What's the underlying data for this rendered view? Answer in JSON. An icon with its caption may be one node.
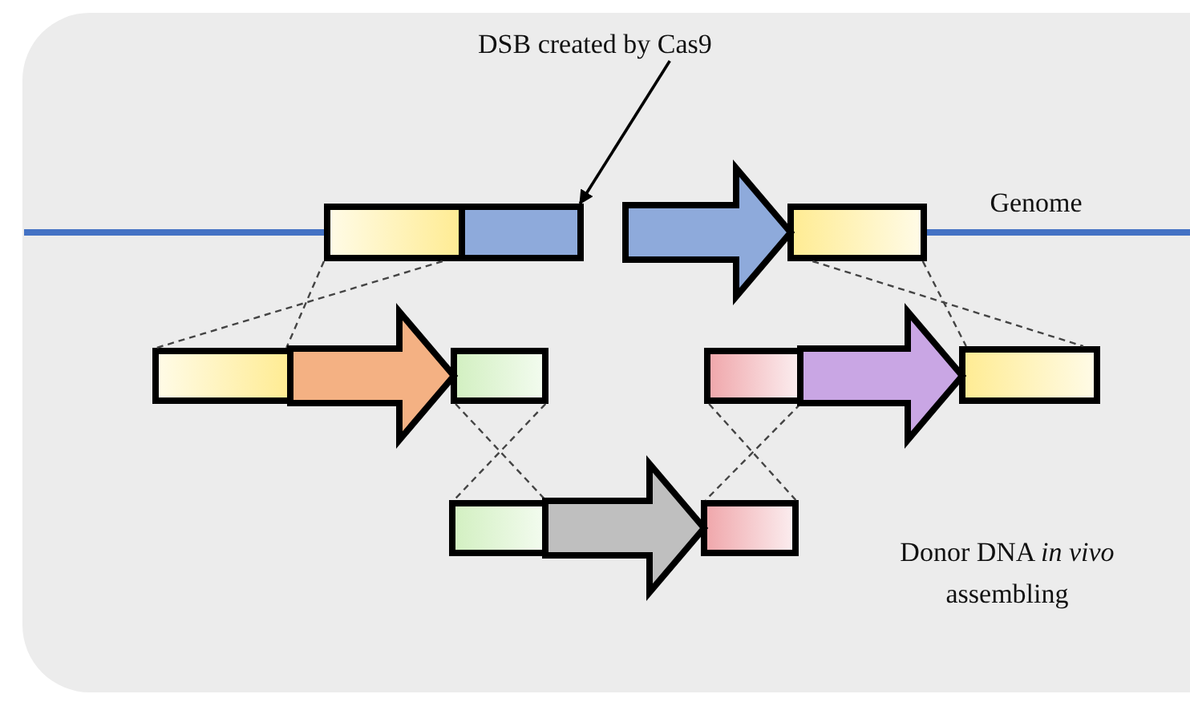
{
  "diagram": {
    "nodes": [
      {
        "text": [
          "DSB created by Cas9"
        ]
      },
      {
        "text": [],
        "shape": "box"
      },
      {
        "text": [],
        "shape": "box"
      },
      {
        "text": [],
        "shape": "box"
      },
      {
        "text": [],
        "shape": "box"
      },
      {
        "text": [],
        "shape": "box"
      },
      {
        "text": [],
        "shape": "box"
      },
      {
        "text": [],
        "shape": "box"
      },
      {
        "text": [],
        "shape": "box"
      },
      {
        "text": [],
        "shape": "box"
      }
    ],
    "edges": [
      {
        "from": 0,
        "to": 2,
        "arrow": "to"
      },
      {
        "from": 1,
        "to": 4,
        "arrow": "none",
        "style": "dashed"
      },
      {
        "from": 1,
        "to": 4,
        "arrow": "none",
        "style": "dashed"
      },
      {
        "from": 3,
        "to": 7,
        "arrow": "none",
        "style": "dashed"
      },
      {
        "from": 3,
        "to": 7,
        "arrow": "none",
        "style": "dashed"
      },
      {
        "from": 5,
        "to": 8,
        "arrow": "none",
        "style": "dashed"
      },
      {
        "from": 5,
        "to": 8,
        "arrow": "none",
        "style": "dashed"
      },
      {
        "from": 6,
        "to": 9,
        "arrow": "none",
        "style": "dashed"
      },
      {
        "from": 6,
        "to": 9,
        "arrow": "none",
        "style": "dashed"
      },
      {
        "from": null,
        "to": 3,
        "arrow": "to",
        "style": "thick",
        "color": "#8eaadb"
      },
      {
        "from": 4,
        "to": 5,
        "arrow": "to",
        "style": "thick",
        "color": "#f4b183"
      },
      {
        "from": 6,
        "to": 7,
        "arrow": "to",
        "style": "thick",
        "color": "#c9a6e4"
      },
      {
        "from": 8,
        "to": 9,
        "arrow": "to",
        "style": "thick",
        "color": "#bfbfbf"
      }
    ],
    "labels": [
      "Genome",
      "Donor DNA *in vivo* assembling"
    ]
  }
}
